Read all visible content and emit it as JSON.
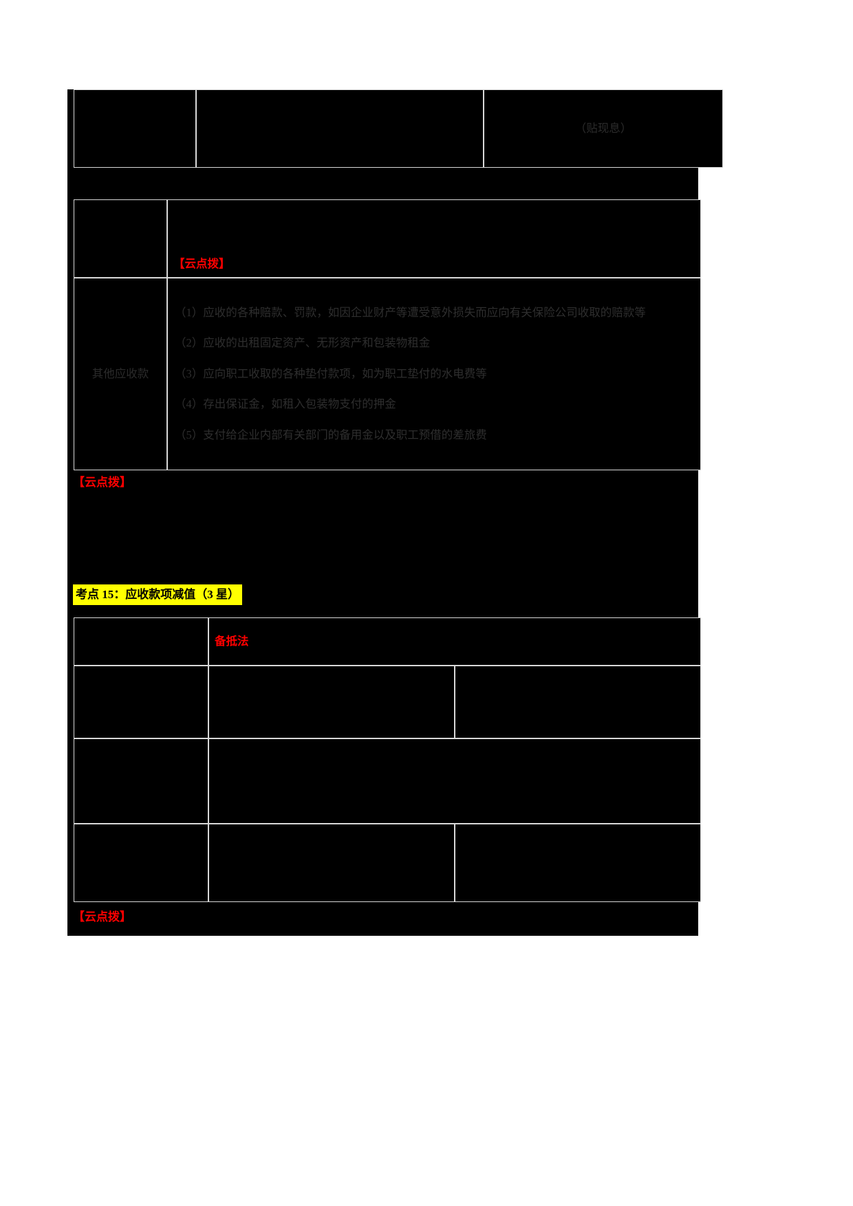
{
  "document": {
    "background_color": "#000000",
    "border_color": "#d9d9d9",
    "body_text_color": "#2e2e2e",
    "accent_red": "#ff0000",
    "highlight_yellow": "#ffff00"
  },
  "table_top": {
    "rows": [
      {
        "cells": [
          {
            "text": "",
            "style": "plain"
          },
          {
            "text": "",
            "style": "plain"
          },
          {
            "text": "（贴现息）",
            "style": "red"
          }
        ]
      }
    ]
  },
  "table_receivables": {
    "header_row": {
      "label": "",
      "content": "【云点拨】"
    },
    "body_row": {
      "label": "其他应收款",
      "items": [
        "（1）应收的各种赔款、罚款，如因企业财产等遭受意外损失而应向有关保险公司收取的赔款等",
        "（2）应收的出租固定资产、无形资产和包装物租金",
        "（3）应向职工收取的各种垫付款项，如为职工垫付的水电费等",
        "（4）存出保证金，如租入包装物支付的押金",
        "（5）支付给企业内部有关部门的备用金以及职工预借的差旅费"
      ]
    }
  },
  "note_after_receivables": "【云点拨】",
  "section_heading": "考点 15：应收款项减值（3 星）",
  "table_impairment": {
    "header_row": {
      "label": "",
      "content": "备抵法"
    },
    "rows": [
      {
        "cells": [
          "",
          "",
          ""
        ]
      },
      {
        "cells": [
          "",
          ""
        ]
      },
      {
        "cells": [
          "",
          "",
          ""
        ]
      }
    ]
  },
  "note_footer": "【云点拨】"
}
